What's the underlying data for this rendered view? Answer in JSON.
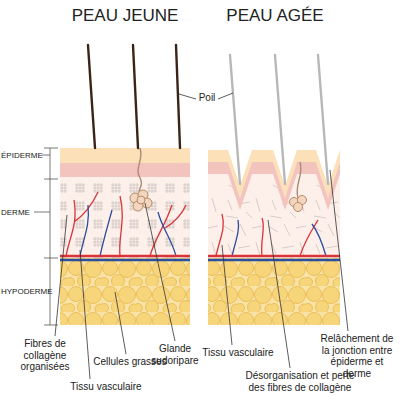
{
  "diagram": {
    "labels": [
      "PEAU JEUNE",
      "PEAU AGÉE",
      "Poil",
      "ÉPIDERME",
      "DERME",
      "HYPODERME",
      "Fibres de collagène organisées",
      "Cellules grasses",
      "Tissu vasculaire",
      "Glande sudoripare",
      "Tissu vasculaire",
      "Relâchement de la jonction entre épiderme et derme",
      "Désorganisation et perte des fibres de collagène"
    ]
  }
}
